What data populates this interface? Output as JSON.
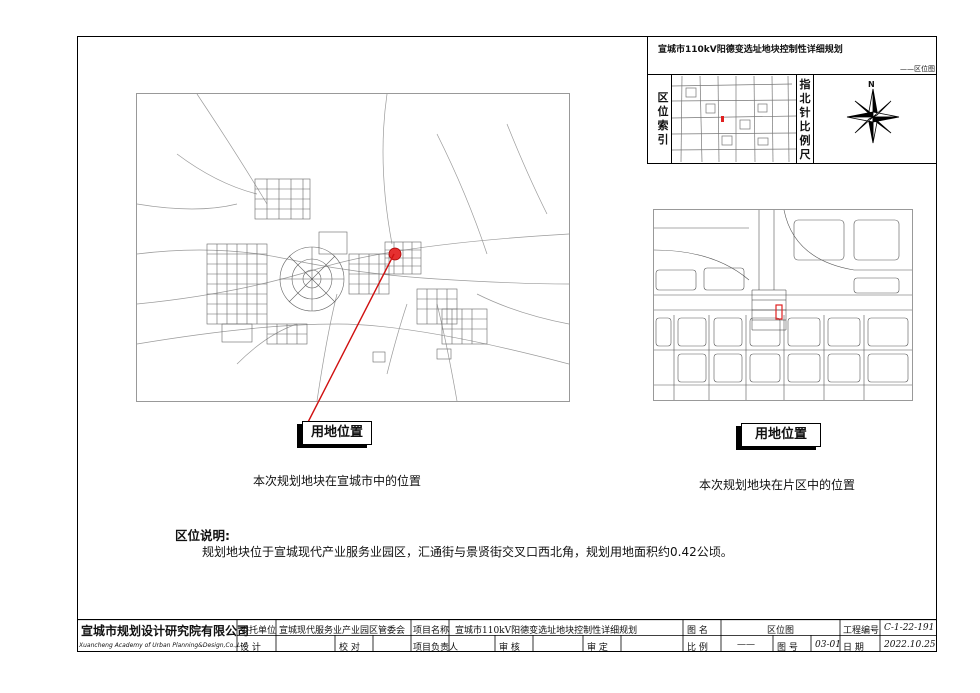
{
  "header": {
    "title": "宣城市110kV阳德变选址地块控制性详细规划",
    "subtitle": "——区位图"
  },
  "index": {
    "left_label": [
      "区",
      "位",
      "索",
      "引"
    ],
    "right_label": [
      "指",
      "北",
      "针",
      "比",
      "例",
      "尺"
    ],
    "north": "N"
  },
  "maps": {
    "left_label": "用地位置",
    "left_caption": "本次规划地块在宣城市中的位置",
    "right_label": "用地位置",
    "right_caption": "本次规划地块在片区中的位置"
  },
  "notes": {
    "title": "区位说明:",
    "text": "规划地块位于宣城现代产业服务业园区，汇通街与景贤街交叉口西北角，规划用地面积约0.42公顷。"
  },
  "titleblock": {
    "institute_cn": "宣城市规划设计研究院有限公司",
    "institute_en": "Xuancheng Academy of Urban Planning&Design,Co.,Ltd",
    "client_label": "委托单位",
    "client": "宣城现代服务业产业园区管委会",
    "project_label": "项目名称",
    "project": "宣城市110kV阳德变选址地块控制性详细规划",
    "drawing_label": "图    名",
    "drawing": "区位图",
    "number_label": "工程编号",
    "number": "C-1-22-191",
    "design_label": "设    计",
    "check_label": "校    对",
    "lead_label": "项目负责人",
    "review_label": "审    核",
    "approve_label": "审    定",
    "scale_label": "比    例",
    "scale": "——",
    "sheet_label": "图    号",
    "sheet": "03-01",
    "date_label": "日    期",
    "date": "2022.10.25"
  }
}
